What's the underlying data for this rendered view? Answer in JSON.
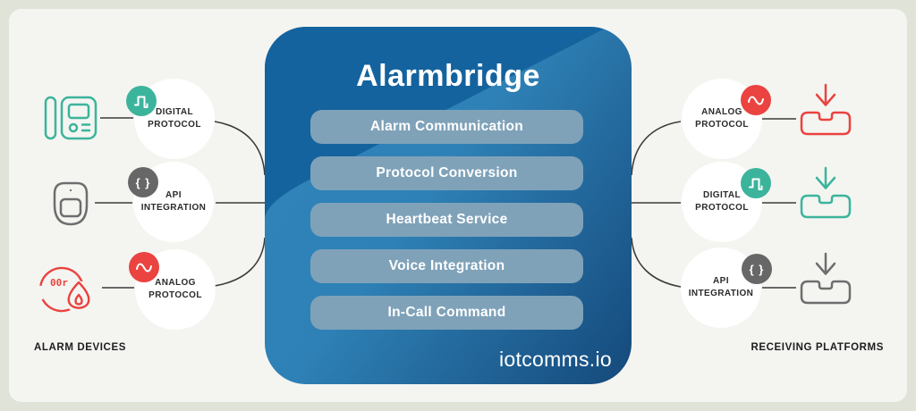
{
  "page": {
    "background_color": "#dfe3d8",
    "card_color": "#f4f5f1"
  },
  "center_panel": {
    "title": "Alarmbridge",
    "brand": "iotcomms.io",
    "modules": [
      {
        "label": "Alarm Communication"
      },
      {
        "label": "Protocol Conversion"
      },
      {
        "label": "Heartbeat Service"
      },
      {
        "label": "Voice Integration"
      },
      {
        "label": "In-Call Command"
      }
    ],
    "colors": {
      "panel_dark_overlay": "#14639e",
      "panel_gradient_start": "#3085bb",
      "panel_gradient_end": "#15497b",
      "module_pill": "#7fa2b9"
    }
  },
  "left_section": {
    "label": "ALARM DEVICES",
    "nodes": [
      {
        "line1": "DIGITAL",
        "line2": "PROTOCOL",
        "badge_icon": "square-wave-icon",
        "color": "#3cb49c",
        "device_icon": "intercom-icon"
      },
      {
        "line1": "API",
        "line2": "INTEGRATION",
        "badge_icon": "braces-icon",
        "badge_text": "{ }",
        "color": "#676767",
        "device_icon": "motion-sensor-icon"
      },
      {
        "line1": "ANALOG",
        "line2": "PROTOCOL",
        "badge_icon": "sine-wave-icon",
        "color": "#ea4340",
        "device_icon": "fire-alarm-icon",
        "device_text": "00r"
      }
    ]
  },
  "right_section": {
    "label": "RECEIVING PLATFORMS",
    "nodes": [
      {
        "line1": "ANALOG",
        "line2": "PROTOCOL",
        "badge_icon": "sine-wave-icon",
        "color": "#ea4340",
        "platform_icon": "inbox-download-icon"
      },
      {
        "line1": "DIGITAL",
        "line2": "PROTOCOL",
        "badge_icon": "square-wave-icon",
        "color": "#3cb49c",
        "platform_icon": "inbox-download-icon"
      },
      {
        "line1": "API",
        "line2": "INTEGRATION",
        "badge_icon": "braces-icon",
        "badge_text": "{ }",
        "color": "#676767",
        "platform_icon": "inbox-download-icon"
      }
    ]
  }
}
